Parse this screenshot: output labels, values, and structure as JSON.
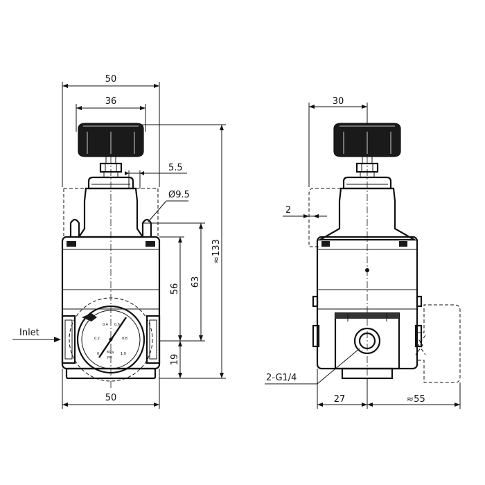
{
  "dimensions": {
    "front_width_top": "50",
    "knob_width": "36",
    "stem_gap": "5.5",
    "bolt_diameter": "Ø9.5",
    "height_56": "56",
    "height_63": "63",
    "height_133": "≈133",
    "base_height": "19",
    "front_width_bottom": "50",
    "side_knob_width": "30",
    "side_offset": "2",
    "port_label": "2-G1/4",
    "side_width_27": "27",
    "gauge_extension": "≈55"
  },
  "labels": {
    "inlet": "Inlet"
  },
  "gauge": {
    "marks": [
      "0.4",
      "0.6",
      "0.2",
      "0.8",
      "0",
      "1.0"
    ],
    "unit_top": "MPa",
    "unit_bottom": "psi"
  }
}
